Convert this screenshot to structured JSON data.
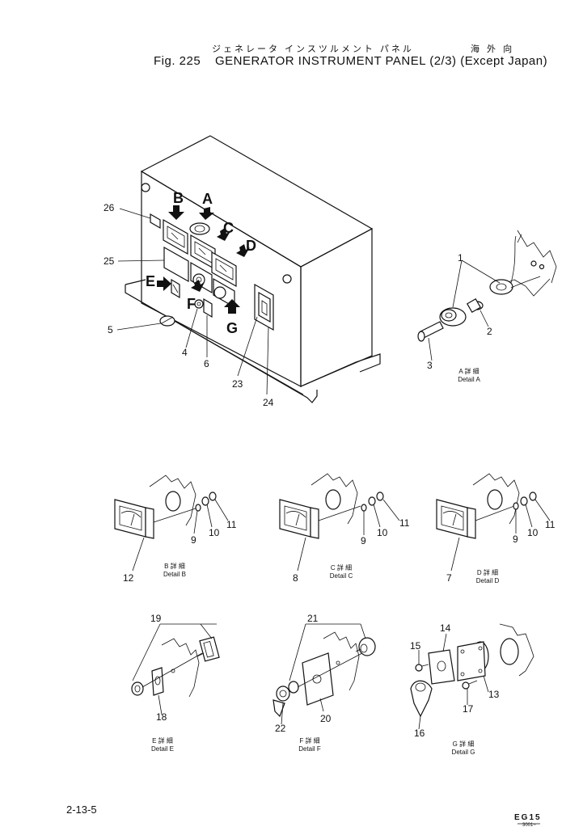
{
  "header": {
    "japanese": "ジェネレータ インスツルメント パネル",
    "japanese_region": "海 外 向",
    "figure": "Fig. 225",
    "title": "GENERATOR INSTRUMENT PANEL (2/3) (Except Japan)"
  },
  "main_view": {
    "arrows": [
      "A",
      "B",
      "C",
      "D",
      "E",
      "F",
      "G"
    ],
    "callouts": [
      "26",
      "25",
      "5",
      "4",
      "6",
      "23",
      "24"
    ]
  },
  "details": [
    {
      "jp": "A 詳 細",
      "en": "Detail A",
      "parts": [
        "1",
        "2",
        "3"
      ]
    },
    {
      "jp": "B 詳 細",
      "en": "Detail B",
      "parts": [
        "12",
        "9",
        "10",
        "11"
      ]
    },
    {
      "jp": "C 詳 細",
      "en": "Detail C",
      "parts": [
        "8",
        "9",
        "10",
        "11"
      ]
    },
    {
      "jp": "D 詳 細",
      "en": "Detail D",
      "parts": [
        "7",
        "9",
        "10",
        "11"
      ]
    },
    {
      "jp": "E 詳 細",
      "en": "Detail E",
      "parts": [
        "19",
        "18"
      ]
    },
    {
      "jp": "F 詳 細",
      "en": "Detail F",
      "parts": [
        "21",
        "22",
        "20"
      ]
    },
    {
      "jp": "G 詳 細",
      "en": "Detail G",
      "parts": [
        "14",
        "15",
        "13",
        "17",
        "16"
      ]
    }
  ],
  "footer": {
    "page": "2-13-5",
    "code": "EG15",
    "serial": "3001~"
  }
}
